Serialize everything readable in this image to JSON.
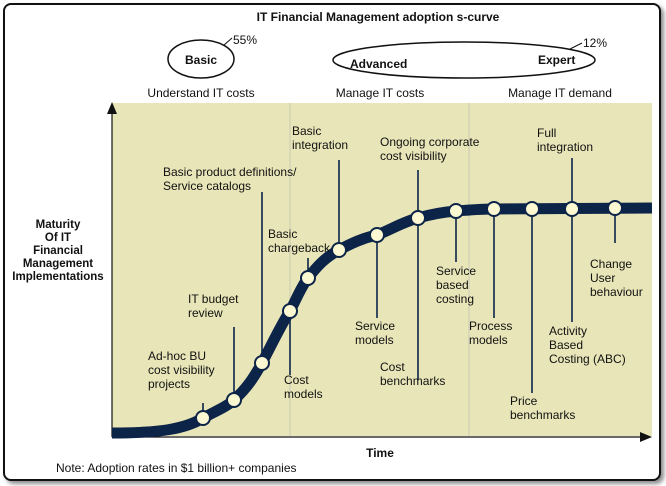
{
  "title": "IT Financial Management adoption s-curve",
  "levels": {
    "basic": "Basic",
    "basic_pct": "55%",
    "advanced": "Advanced",
    "expert": "Expert",
    "expert_pct": "12%"
  },
  "phases": [
    "Understand IT costs",
    "Manage IT costs",
    "Manage IT demand"
  ],
  "y_axis_label": [
    "Maturity",
    "Of IT",
    "Financial",
    "Management",
    "Implementations"
  ],
  "x_axis_label": "Time",
  "note": "Note: Adoption rates in $1 billion+ companies",
  "colors": {
    "plot_bg": "#e8e6b8",
    "curve": "#0d2449",
    "point_fill": "#fbf8d2"
  },
  "milestones": [
    {
      "label": [
        "Ad-hoc BU",
        "cost visibility",
        "projects"
      ]
    },
    {
      "label": [
        "IT budget",
        "review"
      ]
    },
    {
      "label": [
        "Basic product definitions/",
        "Service catalogs"
      ]
    },
    {
      "label": [
        "Cost",
        "models"
      ]
    },
    {
      "label": [
        "Basic",
        "chargeback"
      ]
    },
    {
      "label": [
        "Basic",
        "integration"
      ]
    },
    {
      "label": [
        "Service",
        "models"
      ]
    },
    {
      "label": [
        "Ongoing corporate",
        "cost visibility"
      ],
      "label2": [
        "Cost",
        "benchmarks"
      ]
    },
    {
      "label": [
        "Service",
        "based",
        "costing"
      ]
    },
    {
      "label": [
        "Process",
        "models"
      ]
    },
    {
      "label": [
        "Price",
        "benchmarks"
      ]
    },
    {
      "label": [
        "Full",
        "integration"
      ],
      "label2": [
        "Activity",
        "Based",
        "Costing (ABC)"
      ]
    },
    {
      "label": [
        "Change",
        "User",
        "behaviour"
      ]
    }
  ]
}
